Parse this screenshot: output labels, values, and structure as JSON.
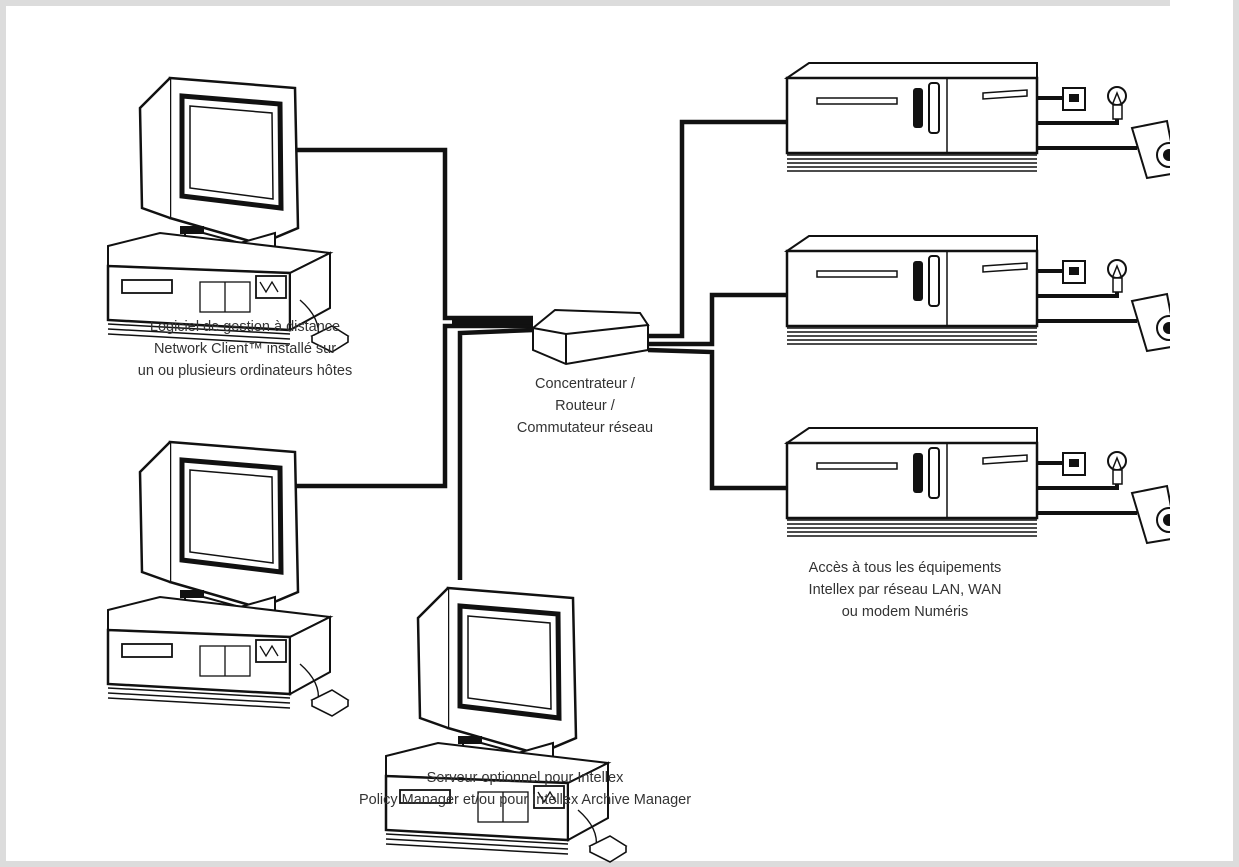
{
  "captions": {
    "clients": {
      "line1": "Logiciel de gestion à distance",
      "line2": "Network Client™ installé sur",
      "line3": "un ou plusieurs ordinateurs hôtes"
    },
    "switch": {
      "line1": "Concentrateur /",
      "line2": "Routeur /",
      "line3": "Commutateur réseau"
    },
    "dvr": {
      "line1": "Accès à tous les équipements",
      "line2": "Intellex par réseau LAN, WAN",
      "line3": "ou modem Numéris"
    },
    "server": {
      "line1": "Serveur optionnel pour Intellex",
      "line2": "Policy Manager et/ou pour Intellex Archive Manager"
    }
  },
  "colors": {
    "line": "#111111",
    "page": "#ffffff",
    "frame": "#dcdcdc",
    "text": "#333333"
  }
}
